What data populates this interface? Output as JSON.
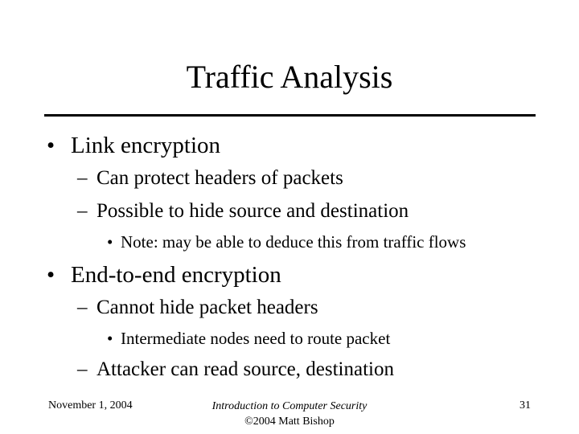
{
  "slide": {
    "title": "Traffic Analysis",
    "bullets": [
      {
        "marker": "•",
        "text": "Link encryption"
      },
      {
        "marker": "–",
        "text": "Can protect headers of packets"
      },
      {
        "marker": "–",
        "text": "Possible to hide source and destination"
      },
      {
        "marker": "•",
        "text": "Note: may be able to deduce this from traffic flows"
      },
      {
        "marker": "•",
        "text": "End-to-end encryption"
      },
      {
        "marker": "–",
        "text": "Cannot hide packet headers"
      },
      {
        "marker": "•",
        "text": "Intermediate nodes need to route packet"
      },
      {
        "marker": "–",
        "text": "Attacker can read source, destination"
      }
    ]
  },
  "footer": {
    "date": "November 1, 2004",
    "course": "Introduction to Computer Security",
    "copyright": "©2004 Matt Bishop",
    "page_number": "31"
  }
}
